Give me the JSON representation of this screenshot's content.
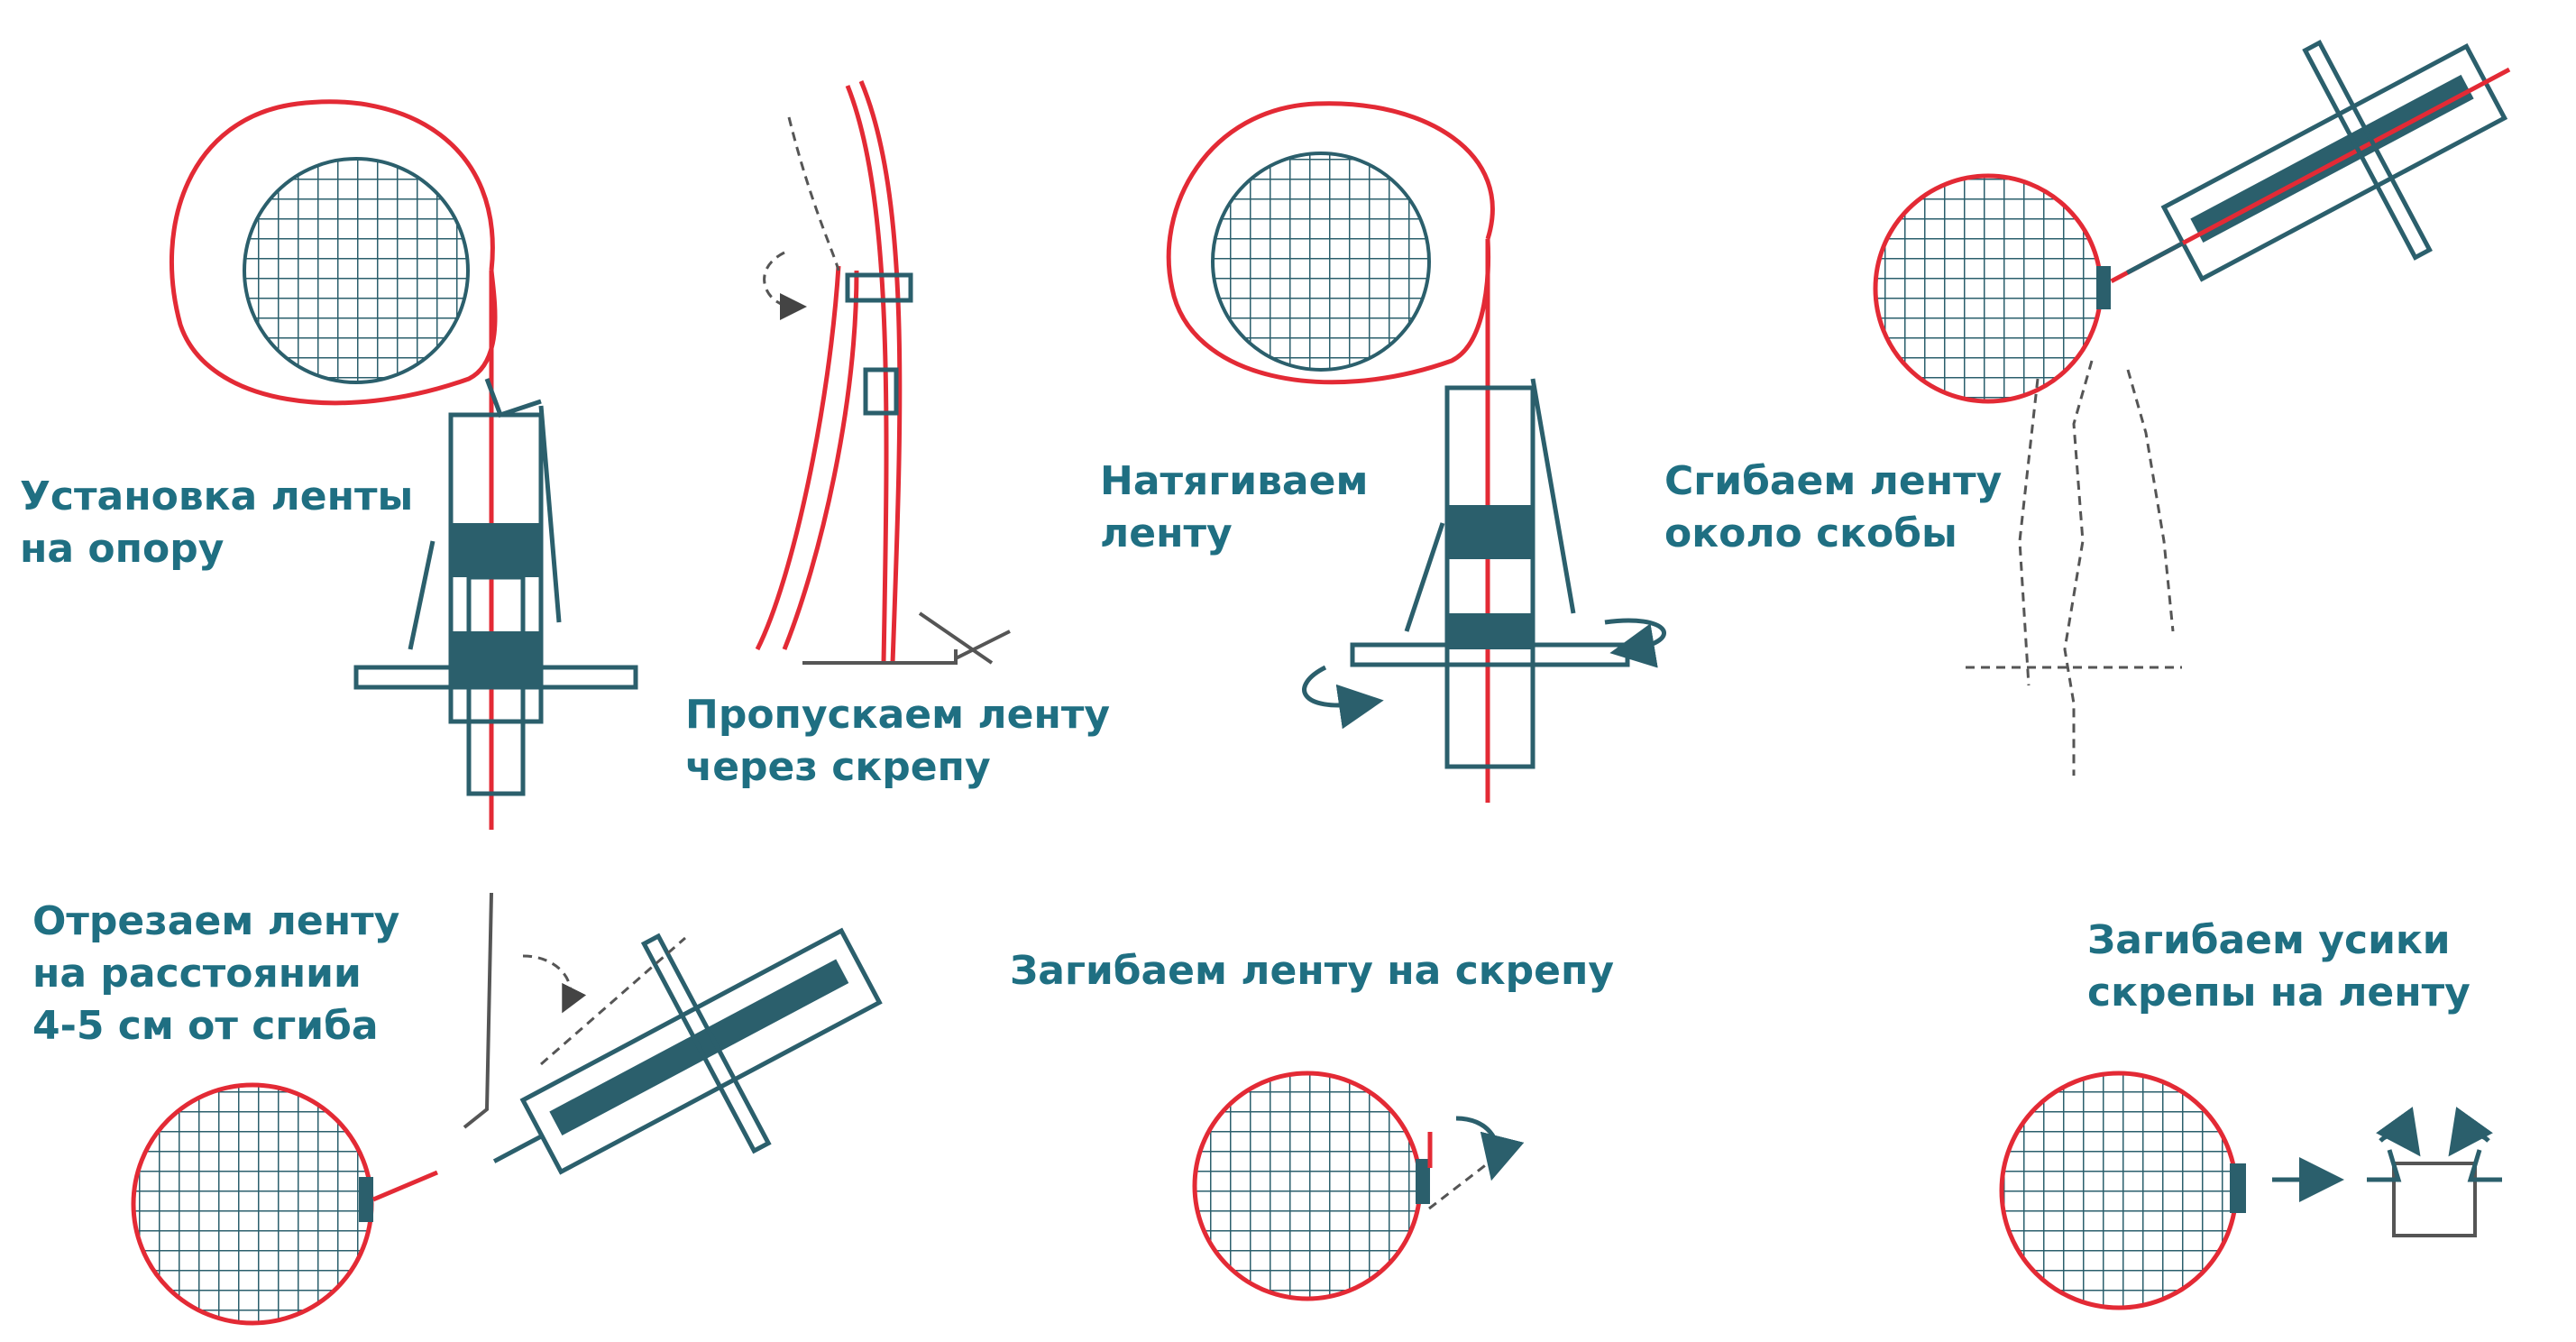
{
  "steps": [
    {
      "line1": "Установка ленты",
      "line2": "на опору"
    },
    {
      "line1": "Пропускаем ленту",
      "line2": "через скрепу"
    },
    {
      "line1": "Натягиваем",
      "line2": "ленту"
    },
    {
      "line1": "Сгибаем ленту",
      "line2": "около скобы"
    },
    {
      "line1": "Отрезаем ленту",
      "line2": "на расстоянии",
      "line3": "4-5 см от сгиба"
    },
    {
      "line1": "Загибаем ленту на скрепу"
    },
    {
      "line1": "Загибаем усики",
      "line2": "скрепы на ленту"
    }
  ],
  "colors": {
    "text": "#1f6f82",
    "tool": "#2b5f6c",
    "strap": "#e32a35"
  }
}
